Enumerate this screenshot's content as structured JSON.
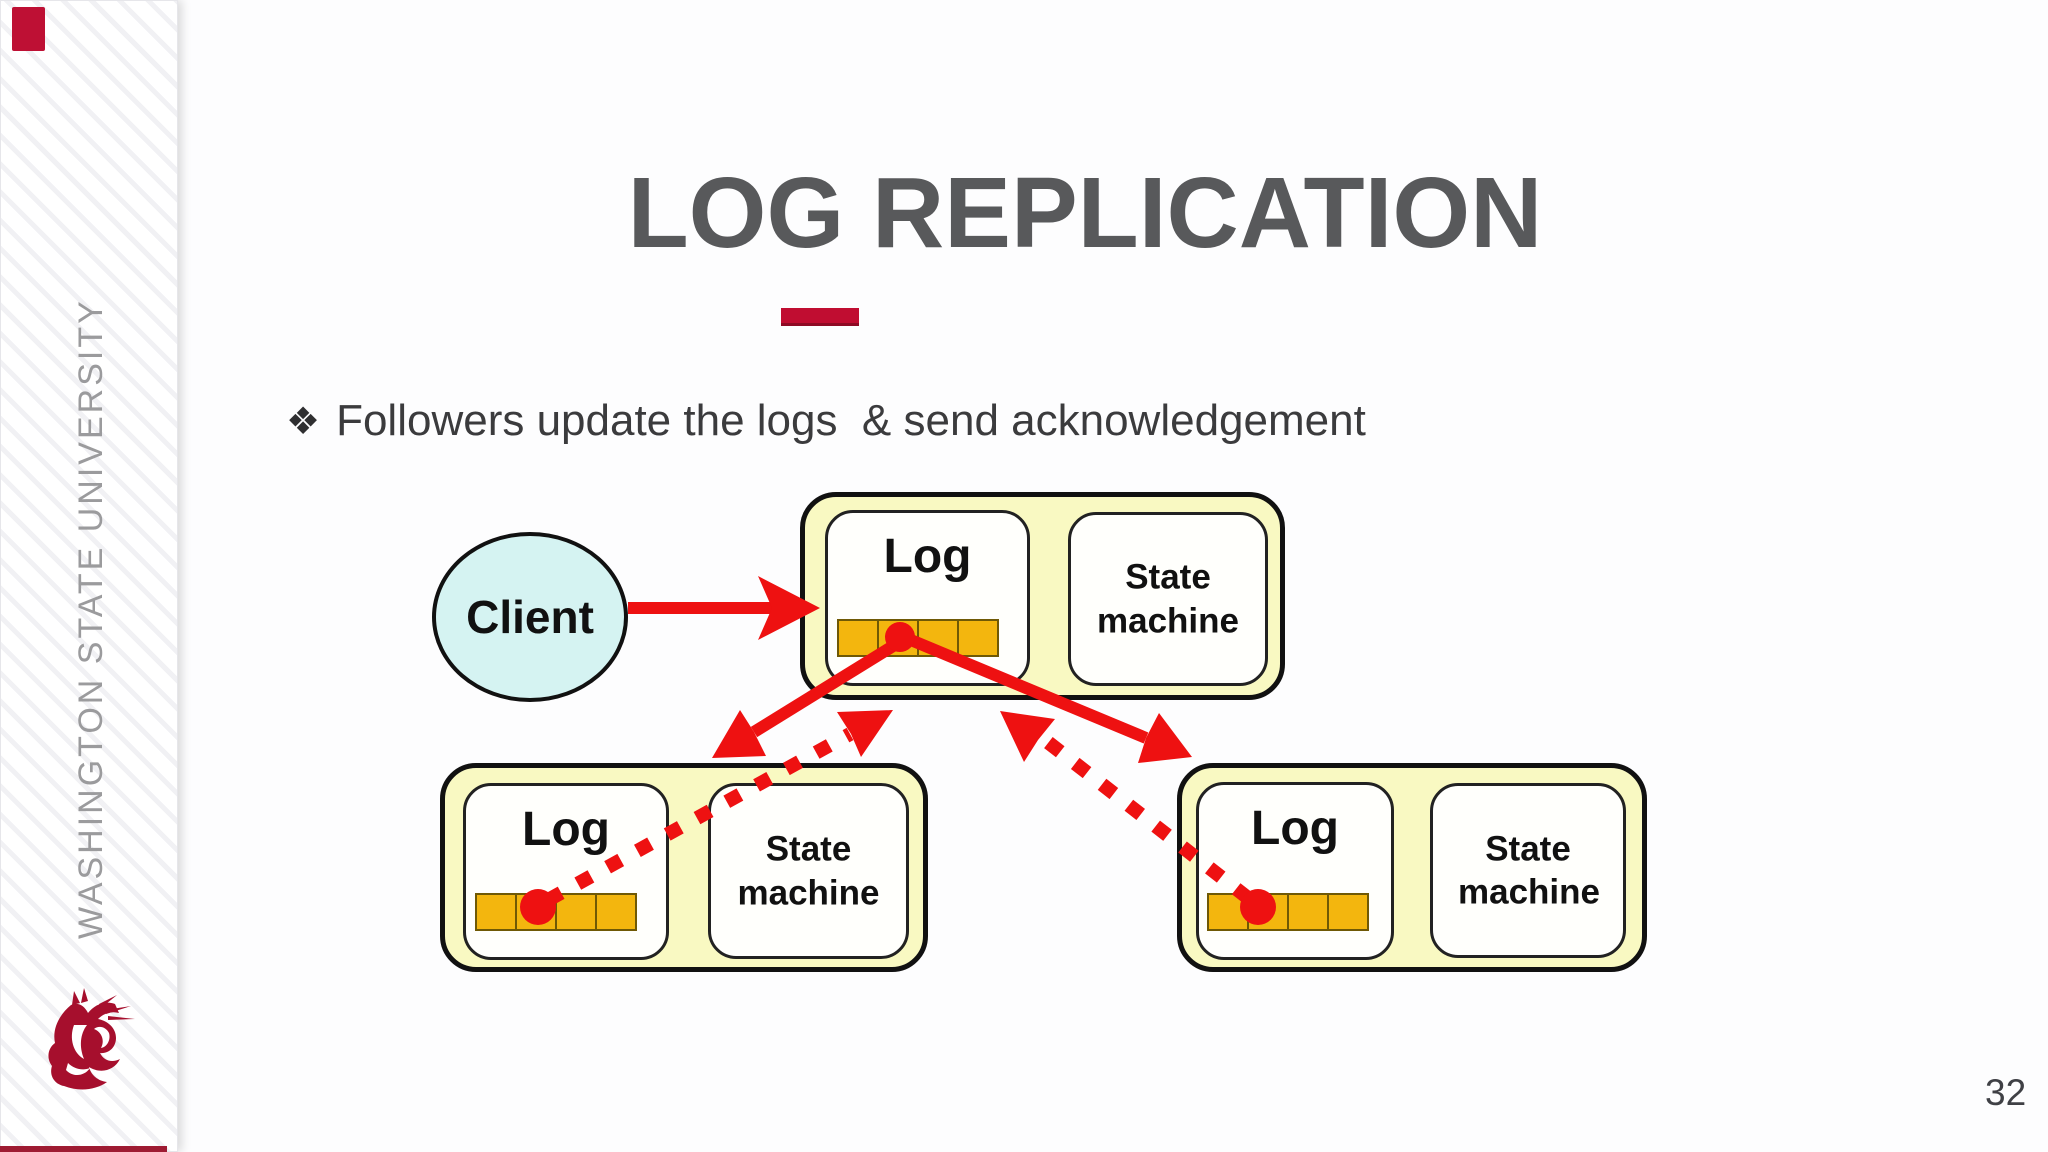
{
  "slide": {
    "title": "LOG REPLICATION",
    "bullet_glyph": "❖",
    "bullet_text": "Followers update the logs  & send acknowledgement",
    "page_number": "32",
    "title_color": "#58595B",
    "accent_crimson": "#C00D31"
  },
  "sidebar": {
    "vertical_text": "WASHINGTON STATE UNIVERSITY",
    "logo_name": "wsu-cougar-logo",
    "logo_color": "#A60F2D"
  },
  "diagram": {
    "client": {
      "label": "Client",
      "fill": "#D5F3F2"
    },
    "nodes": [
      {
        "id": "leader",
        "log_label": "Log",
        "state_label": "State machine",
        "log_cells": 4
      },
      {
        "id": "follower-left",
        "log_label": "Log",
        "state_label": "State machine",
        "log_cells": 4
      },
      {
        "id": "follower-right",
        "log_label": "Log",
        "state_label": "State machine",
        "log_cells": 4
      }
    ],
    "colors": {
      "node_fill": "#F9F9C2",
      "cell_fill": "#F3B60E",
      "arrow_red": "#EE1111",
      "dot_red": "#EE1111"
    },
    "arrows": [
      {
        "from": "client",
        "to": "leader",
        "style": "solid"
      },
      {
        "from": "leader",
        "to": "follower-left",
        "style": "solid"
      },
      {
        "from": "leader",
        "to": "follower-right",
        "style": "solid"
      },
      {
        "from": "follower-left",
        "to": "leader",
        "style": "dotted"
      },
      {
        "from": "follower-right",
        "to": "leader",
        "style": "dotted"
      }
    ]
  }
}
